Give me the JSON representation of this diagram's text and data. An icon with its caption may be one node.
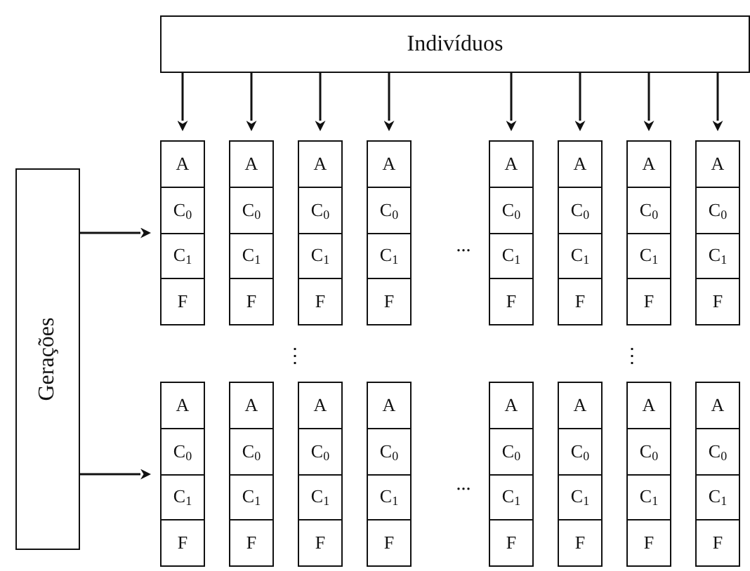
{
  "diagram": {
    "nodes": [
      {
        "text": [
          "Indivíduos"
        ]
      },
      {
        "text": [
          "Gerações"
        ]
      },
      {
        "text": [],
        "shape": "box"
      },
      {
        "text": [
          "A"
        ],
        "in": 2
      },
      {
        "text": [
          "C$_{0}$"
        ],
        "in": 2
      },
      {
        "text": [
          "C$_{1}$"
        ],
        "in": 2
      },
      {
        "text": [
          "F"
        ],
        "in": 2
      },
      {
        "text": [],
        "shape": "box"
      },
      {
        "text": [
          "A"
        ],
        "in": 7
      },
      {
        "text": [
          "C$_{0}$"
        ],
        "in": 7
      },
      {
        "text": [
          "C$_{1}$"
        ],
        "in": 7
      },
      {
        "text": [
          "F"
        ],
        "in": 7
      },
      {
        "text": [],
        "shape": "box"
      },
      {
        "text": [
          "A"
        ],
        "in": 12
      },
      {
        "text": [
          "C$_{0}$"
        ],
        "in": 12
      },
      {
        "text": [
          "C$_{1}$"
        ],
        "in": 12
      },
      {
        "text": [
          "F"
        ],
        "in": 12
      },
      {
        "text": [],
        "shape": "box"
      },
      {
        "text": [
          "A"
        ],
        "in": 17
      },
      {
        "text": [
          "C$_{0}$"
        ],
        "in": 17
      },
      {
        "text": [
          "C$_{1}$"
        ],
        "in": 17
      },
      {
        "text": [
          "F"
        ],
        "in": 17
      },
      {
        "text": [],
        "shape": "box"
      },
      {
        "text": [
          "A"
        ],
        "in": 22
      },
      {
        "text": [
          "C$_{0}$"
        ],
        "in": 22
      },
      {
        "text": [
          "C$_{1}$"
        ],
        "in": 22
      },
      {
        "text": [
          "F"
        ],
        "in": 22
      },
      {
        "text": [],
        "shape": "box"
      },
      {
        "text": [
          "A"
        ],
        "in": 27
      },
      {
        "text": [
          "C$_{0}$"
        ],
        "in": 27
      },
      {
        "text": [
          "C$_{1}$"
        ],
        "in": 27
      },
      {
        "text": [
          "F"
        ],
        "in": 27
      },
      {
        "text": [],
        "shape": "box"
      },
      {
        "text": [
          "A"
        ],
        "in": 32
      },
      {
        "text": [
          "C$_{0}$"
        ],
        "in": 32
      },
      {
        "text": [
          "C$_{1}$"
        ],
        "in": 32
      },
      {
        "text": [
          "F"
        ],
        "in": 32
      },
      {
        "text": [],
        "shape": "box"
      },
      {
        "text": [
          "A"
        ],
        "in": 37
      },
      {
        "text": [
          "C$_{0}$"
        ],
        "in": 37
      },
      {
        "text": [
          "C$_{1}$"
        ],
        "in": 37
      },
      {
        "text": [
          "F"
        ],
        "in": 37
      },
      {
        "text": [],
        "shape": "box"
      },
      {
        "text": [
          "A"
        ],
        "in": 42
      },
      {
        "text": [
          "C$_{0}$"
        ],
        "in": 42
      },
      {
        "text": [
          "C$_{1}$"
        ],
        "in": 42
      },
      {
        "text": [
          "F"
        ],
        "in": 42
      },
      {
        "text": [],
        "shape": "box"
      },
      {
        "text": [
          "A"
        ],
        "in": 47
      },
      {
        "text": [
          "C$_{0}$"
        ],
        "in": 47
      },
      {
        "text": [
          "C$_{1}$"
        ],
        "in": 47
      },
      {
        "text": [
          "F"
        ],
        "in": 47
      },
      {
        "text": [],
        "shape": "box"
      },
      {
        "text": [
          "A"
        ],
        "in": 52
      },
      {
        "text": [
          "C$_{0}$"
        ],
        "in": 52
      },
      {
        "text": [
          "C$_{1}$"
        ],
        "in": 52
      },
      {
        "text": [
          "F"
        ],
        "in": 52
      },
      {
        "text": [],
        "shape": "box"
      },
      {
        "text": [
          "A"
        ],
        "in": 57
      },
      {
        "text": [
          "C$_{0}$"
        ],
        "in": 57
      },
      {
        "text": [
          "C$_{1}$"
        ],
        "in": 57
      },
      {
        "text": [
          "F"
        ],
        "in": 57
      },
      {
        "text": [],
        "shape": "box"
      },
      {
        "text": [
          "A"
        ],
        "in": 62
      },
      {
        "text": [
          "C$_{0}$"
        ],
        "in": 62
      },
      {
        "text": [
          "C$_{1}$"
        ],
        "in": 62
      },
      {
        "text": [
          "F"
        ],
        "in": 62
      },
      {
        "text": [],
        "shape": "box"
      },
      {
        "text": [
          "A"
        ],
        "in": 67
      },
      {
        "text": [
          "C$_{0}$"
        ],
        "in": 67
      },
      {
        "text": [
          "C$_{1}$"
        ],
        "in": 67
      },
      {
        "text": [
          "F"
        ],
        "in": 67
      },
      {
        "text": [],
        "shape": "box"
      },
      {
        "text": [
          "A"
        ],
        "in": 72
      },
      {
        "text": [
          "C$_{0}$"
        ],
        "in": 72
      },
      {
        "text": [
          "C$_{1}$"
        ],
        "in": 72
      },
      {
        "text": [
          "F"
        ],
        "in": 72
      },
      {
        "text": [],
        "shape": "box"
      },
      {
        "text": [
          "A"
        ],
        "in": 77
      },
      {
        "text": [
          "C$_{0}$"
        ],
        "in": 77
      },
      {
        "text": [
          "C$_{1}$"
        ],
        "in": 77
      },
      {
        "text": [
          "F"
        ],
        "in": 77
      }
    ],
    "edges": [
      {
        "from": 0,
        "to": 2,
        "arrow": "to"
      },
      {
        "from": 0,
        "to": 7,
        "arrow": "to"
      },
      {
        "from": 0,
        "to": 12,
        "arrow": "to"
      },
      {
        "from": 0,
        "to": 17,
        "arrow": "to"
      },
      {
        "from": 0,
        "to": 22,
        "arrow": "to"
      },
      {
        "from": 0,
        "to": 27,
        "arrow": "to"
      },
      {
        "from": 0,
        "to": 32,
        "arrow": "to"
      },
      {
        "from": 0,
        "to": 37,
        "arrow": "to"
      },
      {
        "from": 1,
        "to": 2,
        "arrow": "to"
      },
      {
        "from": 1,
        "to": 42,
        "arrow": "to"
      }
    ],
    "labels": [
      "...",
      "⋮",
      "⋮",
      "..."
    ]
  }
}
